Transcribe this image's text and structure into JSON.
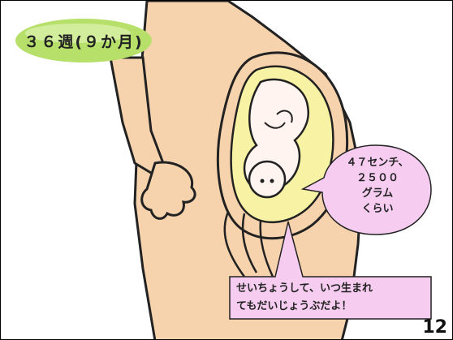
{
  "week_label": "３６週(９か月)",
  "size_info": {
    "line1": "４７センチ、",
    "line2": "２５００",
    "line3": "グラム",
    "line4": "くらい"
  },
  "speech": {
    "line1": "せいちょうして、いつ生まれ",
    "line2": "てもだいじょうぶだよ！"
  },
  "page_number": "12",
  "colors": {
    "skin": "#f6d2ad",
    "outline": "#222222",
    "uterus_fill": "#f8f2a4",
    "bubble_fill": "#f6cdf0",
    "label_green": "#b6e06a"
  }
}
